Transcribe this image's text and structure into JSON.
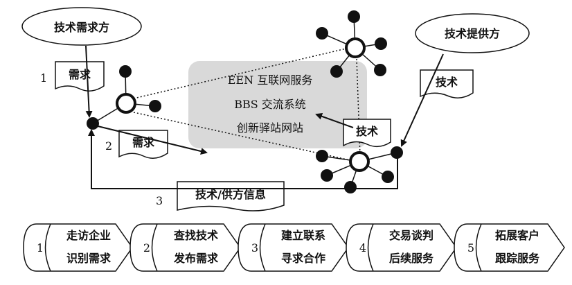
{
  "actors": {
    "demand_side": "技术需求方",
    "supply_side": "技术提供方"
  },
  "center_platform": {
    "line1": "EEN  互联网服务",
    "line2": "BBS  交流系统",
    "line3": "创新驿站网站"
  },
  "flow": {
    "step1_num": "1",
    "step1_doc": "需求",
    "step2_num": "2",
    "step2_doc": "需求",
    "step3_num": "3",
    "step3_doc": "技术/供方信息",
    "supply_doc": "技术",
    "tech_doc": "技术"
  },
  "process": [
    {
      "num": "1",
      "line1": "走访企业",
      "line2": "识别需求"
    },
    {
      "num": "2",
      "line1": "查找技术",
      "line2": "发布需求"
    },
    {
      "num": "3",
      "line1": "建立联系",
      "line2": "寻求合作"
    },
    {
      "num": "4",
      "line1": "交易谈判",
      "line2": "后续服务"
    },
    {
      "num": "5",
      "line1": "拓展客户",
      "line2": "跟踪服务"
    }
  ],
  "colors": {
    "stroke": "#111111",
    "platform_fill": "#d9d9d9",
    "paper": "#ffffff"
  }
}
